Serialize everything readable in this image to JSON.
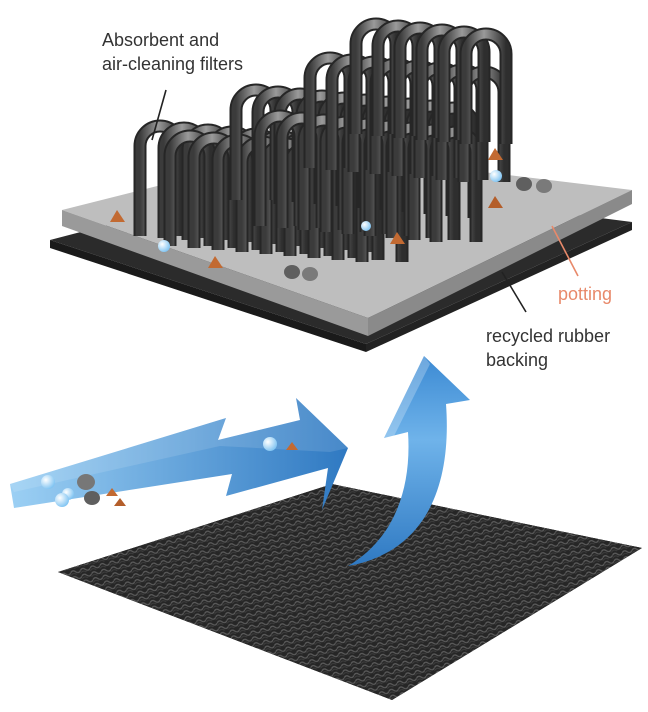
{
  "labels": {
    "filters_line1": "Absorbent and",
    "filters_line2": "air-cleaning filters",
    "potting": "potting",
    "backing_line1": "recycled rubber",
    "backing_line2": "backing"
  },
  "colors": {
    "potting_accent": "#E8896A",
    "arrow_blue_light": "#8FC8F0",
    "arrow_blue_dark": "#2E7BC4",
    "plate_top": "#BEBEBE",
    "plate_edge": "#8E8E8E",
    "backing": "#2A2A2A",
    "loop": "#5A5A5A",
    "dirt_brown": "#B8652E",
    "dirt_grey": "#6E6E6E",
    "droplet": "#BFE6FF"
  }
}
